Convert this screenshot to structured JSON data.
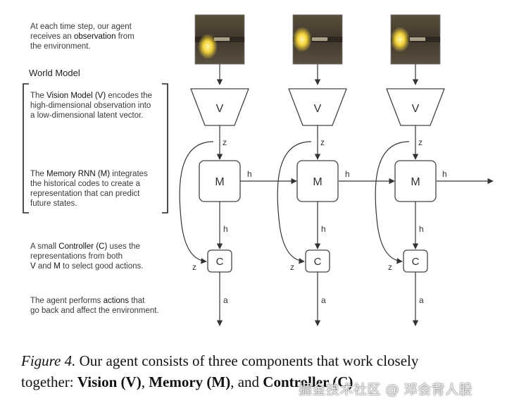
{
  "notes": {
    "observation": [
      "At each time step, our agent",
      "receives an ",
      "observation",
      " from",
      "the environment."
    ],
    "world_model_title": "World Model",
    "vision": [
      "The ",
      "Vision Model (V)",
      " encodes the",
      "high-dimensional observation into",
      "a low-dimensional latent vector."
    ],
    "memory": [
      "The ",
      "Memory RNN (M)",
      " integrates",
      "the historical codes to create a",
      "representation that can predict",
      "future states."
    ],
    "controller": [
      "A small ",
      "Controller (C)",
      " uses the",
      "representations from both",
      "V",
      " and ",
      "M",
      " to select good actions."
    ],
    "actions": [
      "The agent performs ",
      "actions",
      " that",
      "go back and affect the environment."
    ]
  },
  "nodes": {
    "vision": "V",
    "memory": "M",
    "controller": "C"
  },
  "edges": {
    "z": "z",
    "h": "h",
    "a": "a"
  },
  "caption": {
    "figure": "Figure 4.",
    "line1_rest": " Our agent consists of three components that work closely",
    "line2_start": "together: ",
    "vision": "Vision (V)",
    "sep": ", ",
    "memory": "Memory (M)",
    "tail": ", and ",
    "controller": "Controller (C)"
  },
  "watermark": "掘金技术社区 @ 邓会背人股",
  "colors": {
    "line": "#333333",
    "box_stroke": "#444444",
    "frame_bg": "#4a4236",
    "frame_glow": "#f4d23a"
  }
}
